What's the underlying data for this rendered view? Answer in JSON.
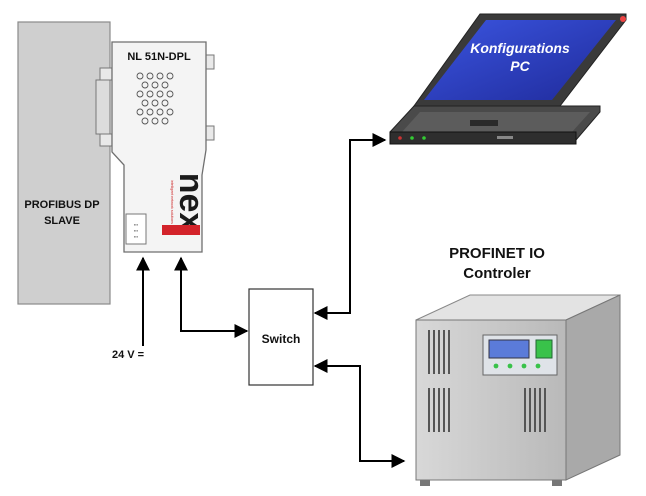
{
  "slave": {
    "label_line1": "PROFIBUS DP",
    "label_line2": "SLAVE"
  },
  "adapter": {
    "model": "NL 51N-DPL",
    "brand": "nex",
    "tagline": "intelligent network solutions"
  },
  "power": {
    "label": "24 V ="
  },
  "switch": {
    "label": "Switch"
  },
  "laptop": {
    "screen_line1": "Konfigurations",
    "screen_line2": "PC"
  },
  "controller": {
    "title_line1": "PROFINET IO",
    "title_line2": "Controler"
  },
  "colors": {
    "laptop_screen": "#2d3fc8",
    "controller_body": "#c9c9c9",
    "led_green": "#39c24a",
    "display_blue": "#5b7bd9"
  }
}
